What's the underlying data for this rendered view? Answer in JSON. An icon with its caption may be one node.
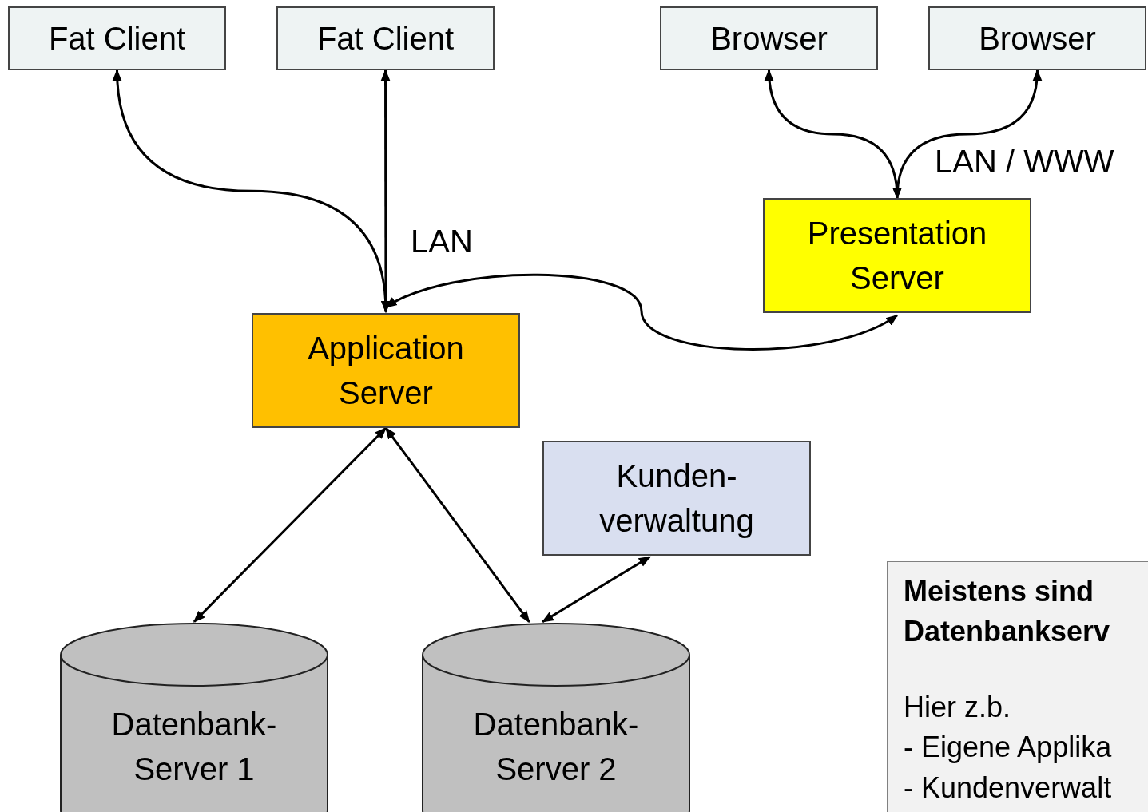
{
  "diagram": {
    "nodes": [
      {
        "text": [
          "Fat Client"
        ]
      },
      {
        "text": [
          "Fat Client"
        ]
      },
      {
        "text": [
          "Browser"
        ]
      },
      {
        "text": [
          "Browser"
        ]
      },
      {
        "text": [
          "Presentation Server"
        ]
      },
      {
        "text": [
          "Application Server"
        ]
      },
      {
        "text": [
          "Kunden- verwaltung"
        ]
      },
      {
        "text": [
          "Datenbank- Server 1"
        ]
      },
      {
        "text": [
          "Datenbank- Server 2"
        ]
      },
      {
        "text": [
          "Meistens sind Datenbankserv",
          "Hier z.b.",
          "- Eigene Applika",
          "- Kundenverwalt"
        ]
      }
    ],
    "edges": [
      {
        "from": 5,
        "to": 0,
        "arrow": "both"
      },
      {
        "from": 5,
        "to": 1,
        "arrow": "both",
        "label": "LAN"
      },
      {
        "from": 5,
        "to": 4,
        "arrow": "both"
      },
      {
        "from": 4,
        "to": 2,
        "arrow": "both"
      },
      {
        "from": 4,
        "to": 3,
        "arrow": "both",
        "label": "LAN / WWW"
      },
      {
        "from": 5,
        "to": 7,
        "arrow": "both"
      },
      {
        "from": 5,
        "to": 8,
        "arrow": "both"
      },
      {
        "from": 8,
        "to": 6,
        "arrow": "both"
      }
    ]
  }
}
